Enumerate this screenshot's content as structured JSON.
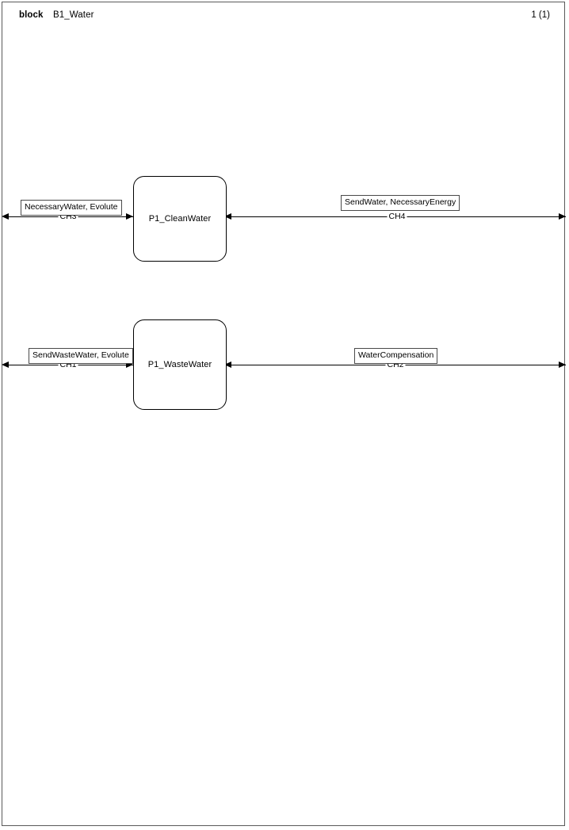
{
  "header": {
    "kind": "block",
    "name": "B1_Water",
    "page": "1 (1)"
  },
  "diagram": {
    "blocks": [
      {
        "id": "p1-cleanwater",
        "label": "P1_CleanWater"
      },
      {
        "id": "p1-wastewater",
        "label": "P1_WasteWater"
      }
    ],
    "flows": [
      {
        "id": "ch3",
        "channel": "CH3",
        "label": "NecessaryWater, Evolute",
        "row": "top",
        "side": "left"
      },
      {
        "id": "ch4",
        "channel": "CH4",
        "label": "SendWater, NecessaryEnergy",
        "row": "top",
        "side": "right"
      },
      {
        "id": "ch1",
        "channel": "CH1",
        "label": "SendWasteWater, Evolute",
        "row": "bottom",
        "side": "left"
      },
      {
        "id": "ch2",
        "channel": "CH2",
        "label": "WaterCompensation",
        "row": "bottom",
        "side": "right"
      }
    ]
  },
  "colors": {
    "line": "#000000",
    "frame": "#5a5a5a",
    "label_border": "#4a4a4a",
    "background": "#ffffff"
  }
}
